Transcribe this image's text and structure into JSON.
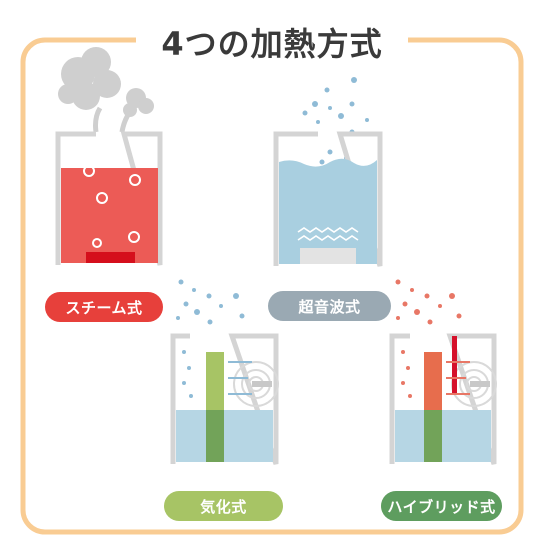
{
  "title": "4つの加熱方式",
  "colors": {
    "frame": "#f9cc93",
    "container": "#d4d4d4",
    "steam_water": "#ec5b56",
    "steam_heater": "#d50f1c",
    "ultrasonic_water": "#a9cfe0",
    "water_light": "#b6d6e4",
    "filter": "#a7c465",
    "filter_wet": "#72a359",
    "hybrid_filter": "#e76d4d",
    "hybrid_heater": "#d5112b",
    "mist_blue": "#8fbbd6",
    "mist_red": "#e87766",
    "smoke": "#cfcfcf"
  },
  "methods": [
    {
      "label": "スチーム式",
      "color": "#e7403b",
      "icon": "steam-humidifier-illustration"
    },
    {
      "label": "超音波式",
      "color": "#9aa9b3",
      "icon": "ultrasonic-humidifier-illustration"
    },
    {
      "label": "気化式",
      "color": "#a7c465",
      "icon": "evaporative-humidifier-illustration"
    },
    {
      "label": "ハイブリッド式",
      "color": "#5e9d5f",
      "icon": "hybrid-humidifier-illustration"
    }
  ]
}
